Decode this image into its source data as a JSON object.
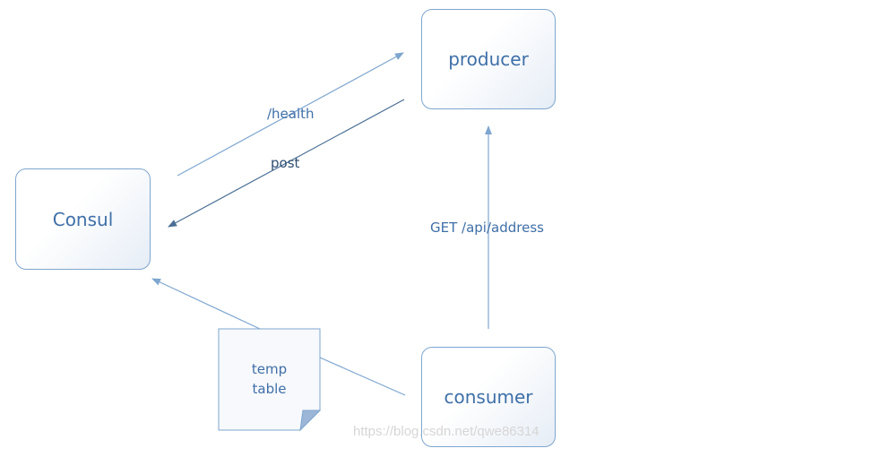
{
  "nodes": {
    "consul": "Consul",
    "producer": "producer",
    "consumer": "consumer"
  },
  "edges": {
    "health": "/health",
    "post": "post",
    "get_address": "GET /api/address"
  },
  "note": {
    "line1": "temp",
    "line2": "table"
  },
  "watermark": "https://blog.csdn.net/qwe86314",
  "colors": {
    "node_border": "#7ea6cf",
    "node_text": "#3f6fa8",
    "edge_light": "#7ea6cf",
    "edge_dark": "#4a6f95",
    "note_fold": "#9cb6d8"
  }
}
